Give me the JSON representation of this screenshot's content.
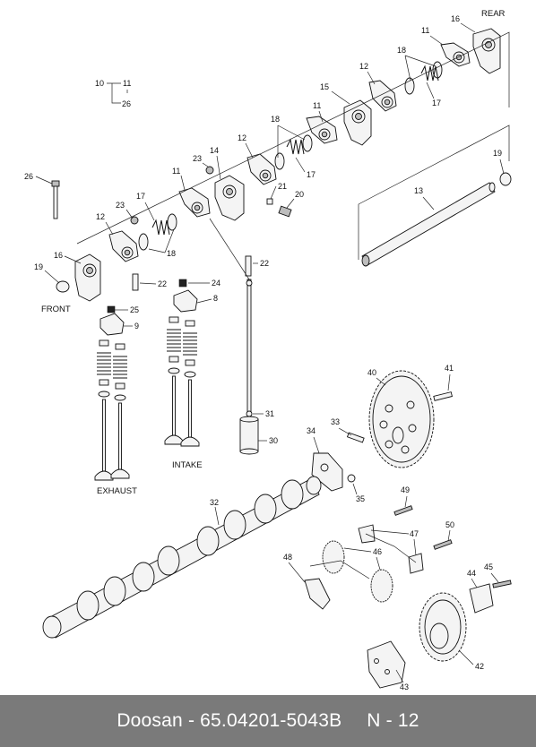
{
  "footer": {
    "brand": "Doosan",
    "part_number": "65.04201-5043B",
    "page": "N - 12"
  },
  "captions": {
    "rear": "REAR",
    "front": "FRONT",
    "exhaust": "EXHAUST",
    "intake": "INTAKE"
  },
  "callouts": {
    "c10": "10",
    "c11a": "11",
    "c26a": "26",
    "c26b": "26",
    "c19a": "19",
    "c16a": "16",
    "c12a": "12",
    "c23a": "23",
    "c17a": "17",
    "c18a": "18",
    "c11b": "11",
    "c23b": "23",
    "c14": "14",
    "c12b": "12",
    "c21": "21",
    "c20": "20",
    "c18b": "18",
    "c17b": "17",
    "c11c": "11",
    "c15": "15",
    "c12c": "12",
    "c18c": "18",
    "c17c": "17",
    "c11d": "11",
    "c16b": "16",
    "c19b": "19",
    "c13": "13",
    "c22a": "22",
    "c22b": "22",
    "c24": "24",
    "c8": "8",
    "c25": "25",
    "c9": "9",
    "c31": "31",
    "c30": "30",
    "c40": "40",
    "c41": "41",
    "c33": "33",
    "c34": "34",
    "c35": "35",
    "c32": "32",
    "c49": "49",
    "c47": "47",
    "c50": "50",
    "c46": "46",
    "c48": "48",
    "c44": "44",
    "c45": "45",
    "c42": "42",
    "c43": "43"
  },
  "colors": {
    "footer_bg": "#7a7a7a",
    "footer_text": "#ffffff",
    "line": "#111111"
  }
}
